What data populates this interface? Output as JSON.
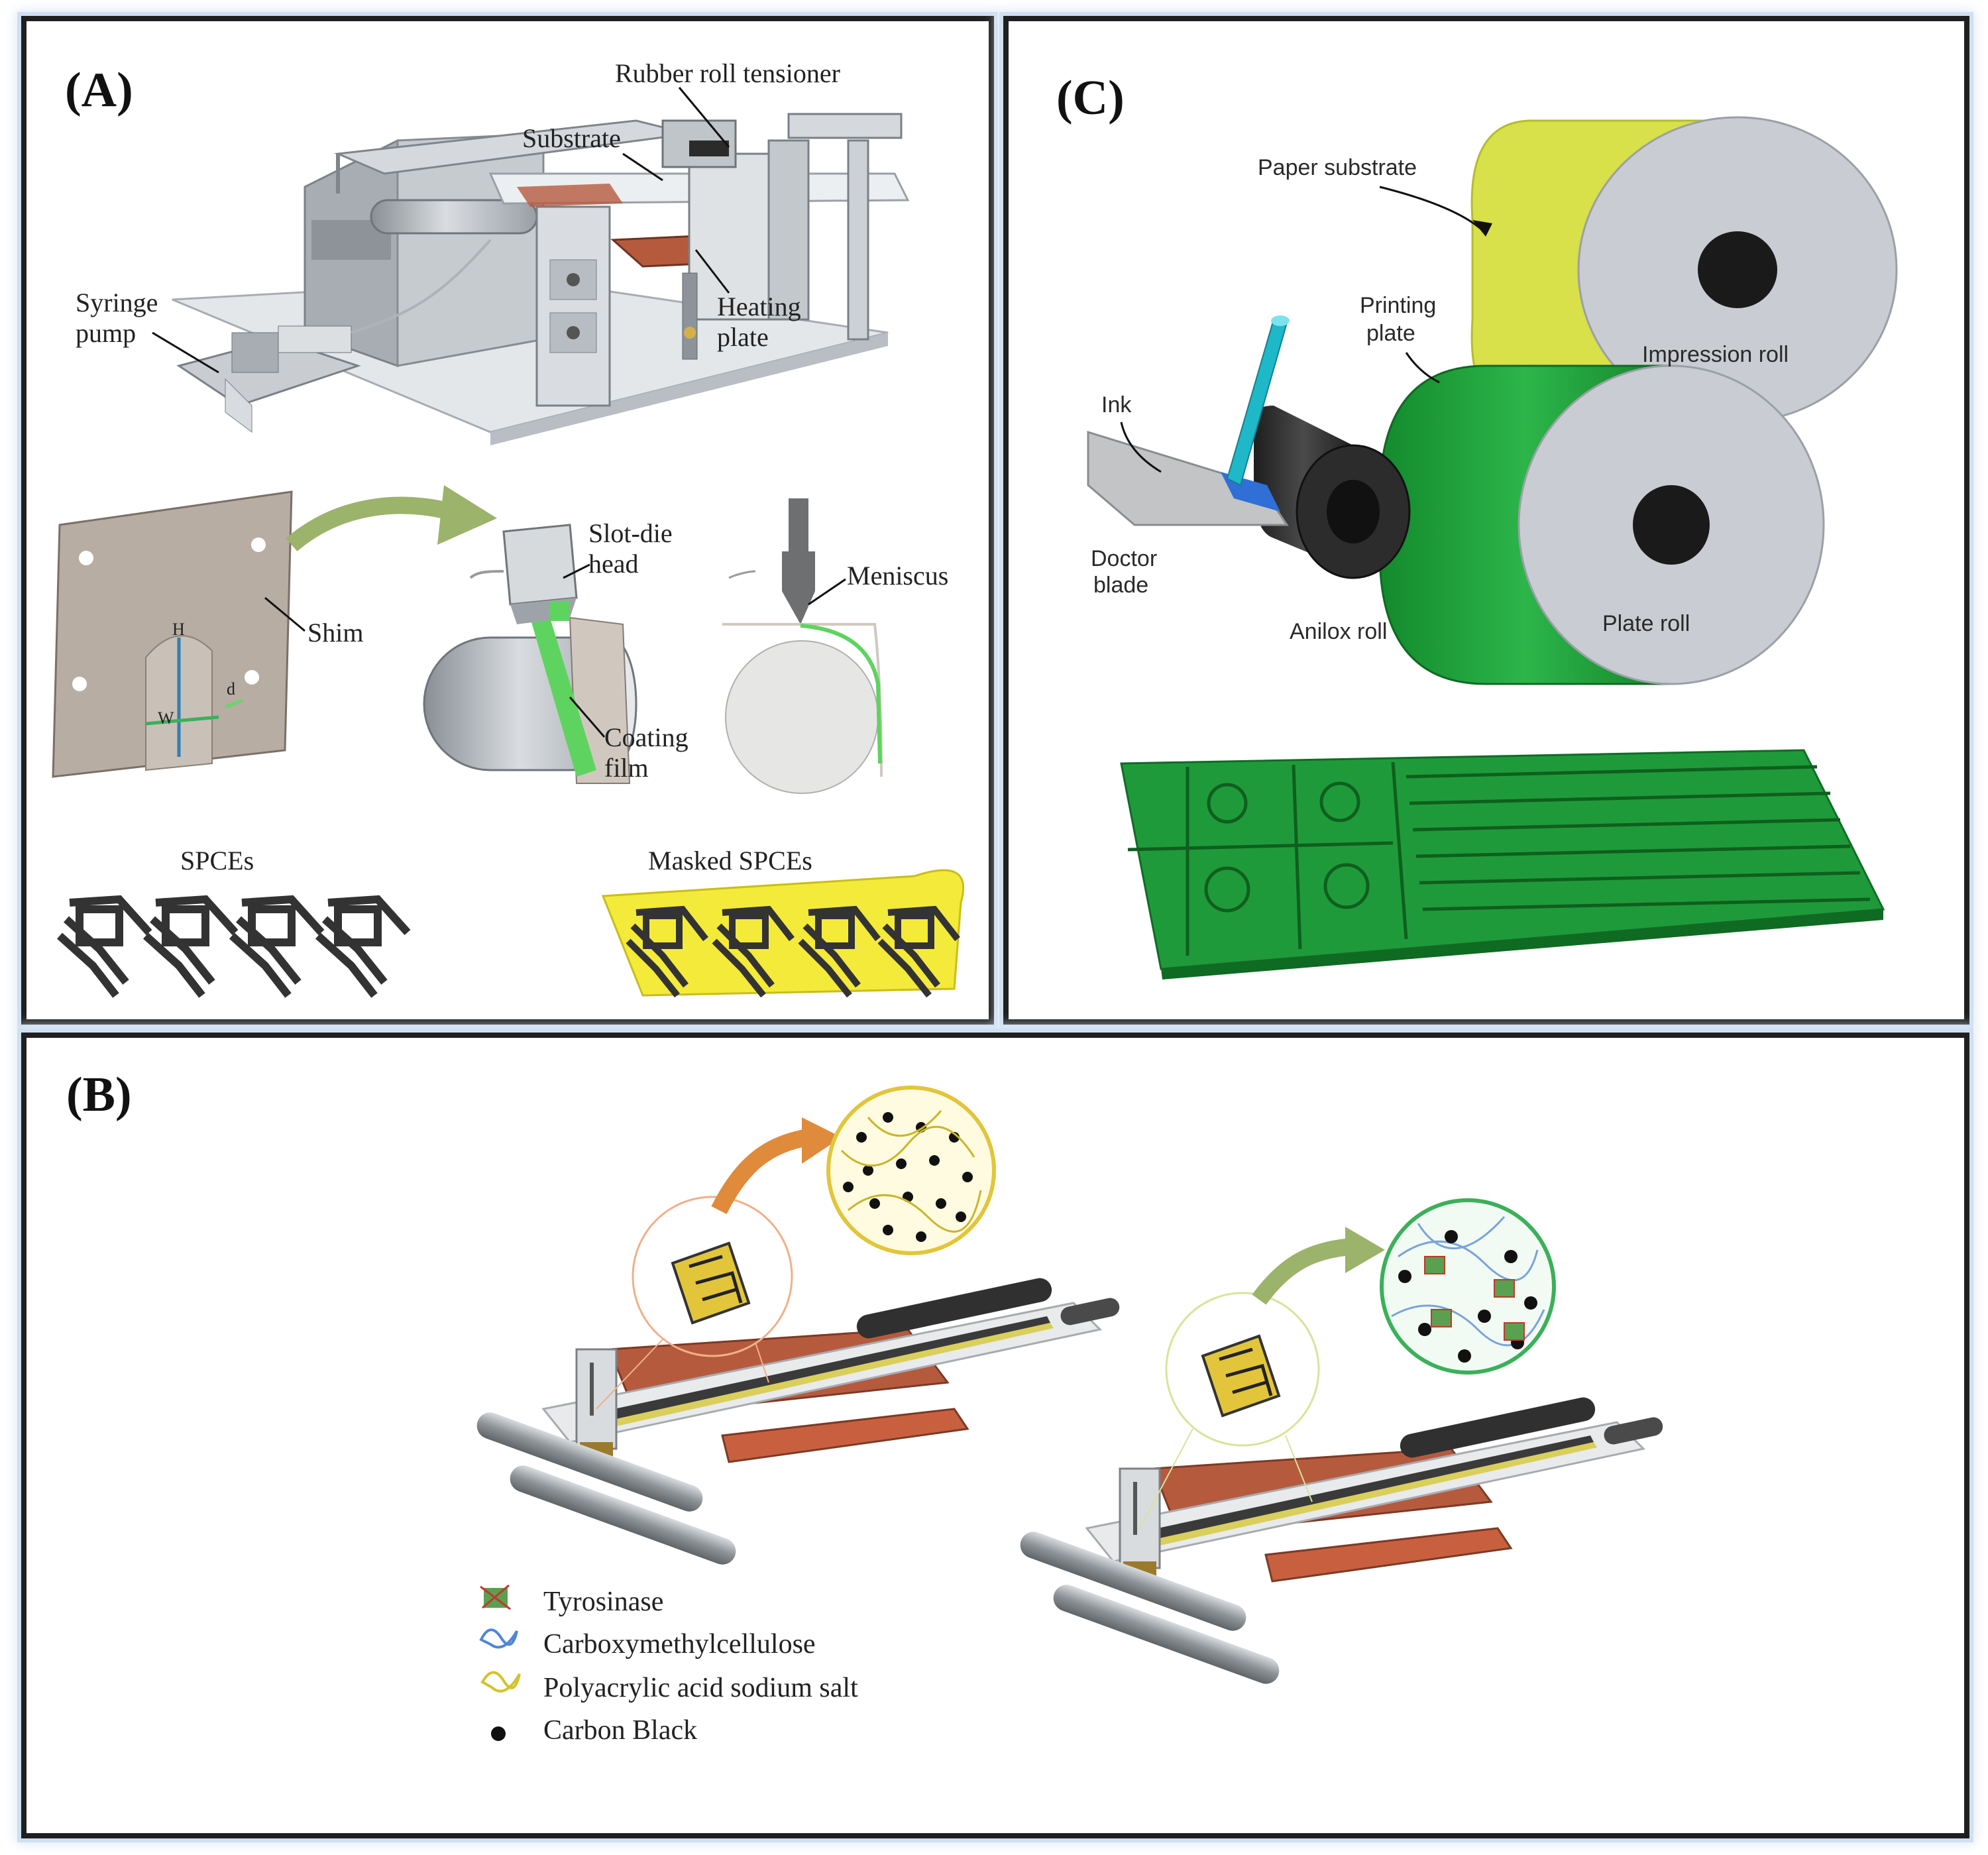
{
  "panel_a": {
    "label": "(A)",
    "rubber_roll_tensioner": "Rubber roll tensioner",
    "substrate": "Substrate",
    "syringe_pump_1": "Syringe",
    "syringe_pump_2": "pump",
    "heating_plate_1": "Heating",
    "heating_plate_2": "plate",
    "slot_die_head_1": "Slot-die",
    "slot_die_head_2": "head",
    "shim": "Shim",
    "meniscus": "Meniscus",
    "coating_film_1": "Coating",
    "coating_film_2": "film",
    "dim_h": "H",
    "dim_w": "W",
    "dim_d": "d",
    "spces": "SPCEs",
    "masked_spces": "Masked SPCEs"
  },
  "panel_c": {
    "label": "(C)",
    "paper_substrate": "Paper substrate",
    "printing_plate_1": "Printing",
    "printing_plate_2": "plate",
    "impression_roll": "Impression roll",
    "ink": "Ink",
    "doctor_blade_1": "Doctor",
    "doctor_blade_2": "blade",
    "anilox_roll": "Anilox roll",
    "plate_roll": "Plate roll"
  },
  "panel_b": {
    "label": "(B)",
    "legend": [
      {
        "icon": "tyrosinase-icon",
        "text": "Tyrosinase"
      },
      {
        "icon": "carboxymethylcellulose-icon",
        "text": "Carboxymethylcellulose"
      },
      {
        "icon": "polyacrylic-acid-icon",
        "text": "Polyacrylic acid sodium salt"
      },
      {
        "icon": "carbon-black-icon",
        "text": "Carbon Black"
      }
    ]
  },
  "colors": {
    "frame": "#1f1f1f",
    "frame_glow": "#cfe0f2",
    "green_film": "#5fd35f",
    "arrow_green": "#9bb36a",
    "arrow_orange": "#e08a3c",
    "flexo_green": "#1f9a3a",
    "paper_yellow": "#d8e04a",
    "roll_grey": "#c9cdd3",
    "copper": "#b65a3e",
    "mask_yellow": "#f4ea3a"
  }
}
